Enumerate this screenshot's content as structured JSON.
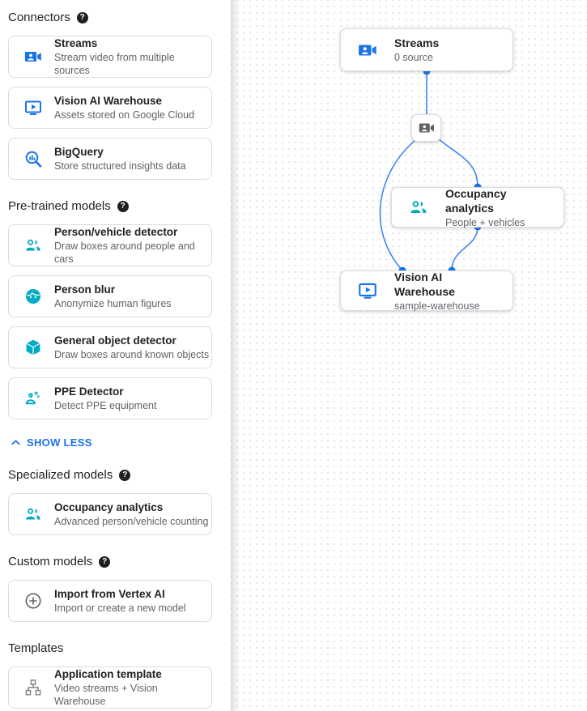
{
  "colors": {
    "blue_icon": "#1a73e8",
    "teal_icon": "#00acc1",
    "gray_icon": "#5f6368",
    "edge_line": "#4285f4",
    "port_dot": "#1a73e8",
    "card_border": "#dadce0"
  },
  "icons": {
    "help_glyph": "?"
  },
  "sidebar": {
    "show_less_label": "SHOW LESS",
    "sections": [
      {
        "title": "Connectors",
        "cards": [
          {
            "title": "Streams",
            "subtitle": "Stream video from multiple sources"
          },
          {
            "title": "Vision AI Warehouse",
            "subtitle": "Assets stored on Google Cloud"
          },
          {
            "title": "BigQuery",
            "subtitle": "Store structured insights data"
          }
        ]
      },
      {
        "title": "Pre-trained models",
        "cards": [
          {
            "title": "Person/vehicle detector",
            "subtitle": "Draw boxes around people and cars"
          },
          {
            "title": "Person blur",
            "subtitle": "Anonymize human figures"
          },
          {
            "title": "General object detector",
            "subtitle": "Draw boxes around known objects"
          },
          {
            "title": "PPE Detector",
            "subtitle": "Detect PPE equipment"
          }
        ]
      },
      {
        "title": "Specialized models",
        "cards": [
          {
            "title": "Occupancy analytics",
            "subtitle": "Advanced person/vehicle counting"
          }
        ]
      },
      {
        "title": "Custom models",
        "cards": [
          {
            "title": "Import from Vertex AI",
            "subtitle": "Import or create a new model"
          }
        ]
      },
      {
        "title": "Templates",
        "cards": [
          {
            "title": "Application template",
            "subtitle": "Video streams + Vision Warehouse"
          }
        ]
      }
    ]
  },
  "canvas": {
    "nodes": {
      "streams": {
        "title": "Streams",
        "subtitle": "0 source"
      },
      "occupancy": {
        "title": "Occupancy analytics",
        "subtitle": "People + vehicles"
      },
      "warehouse": {
        "title": "Vision AI Warehouse",
        "subtitle": "sample-warehouse"
      }
    }
  }
}
